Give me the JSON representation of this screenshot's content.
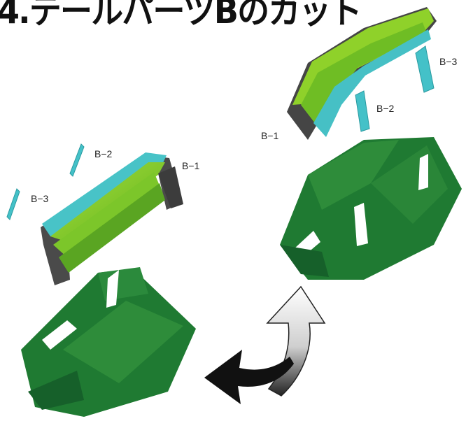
{
  "title": "4.テールパーツBのカット",
  "labels": {
    "left_b1": "B−1",
    "left_b2": "B−2",
    "left_b3": "B−3",
    "right_b1": "B−1",
    "right_b2": "B−2",
    "right_b3": "B−3"
  },
  "colors": {
    "dark_green": "#1e6e2e",
    "mid_green": "#2f8a3a",
    "light_green": "#8fd12a",
    "cyan": "#44c1c8",
    "gray_edge": "#5a5a5a",
    "arrow_black": "#111111"
  }
}
